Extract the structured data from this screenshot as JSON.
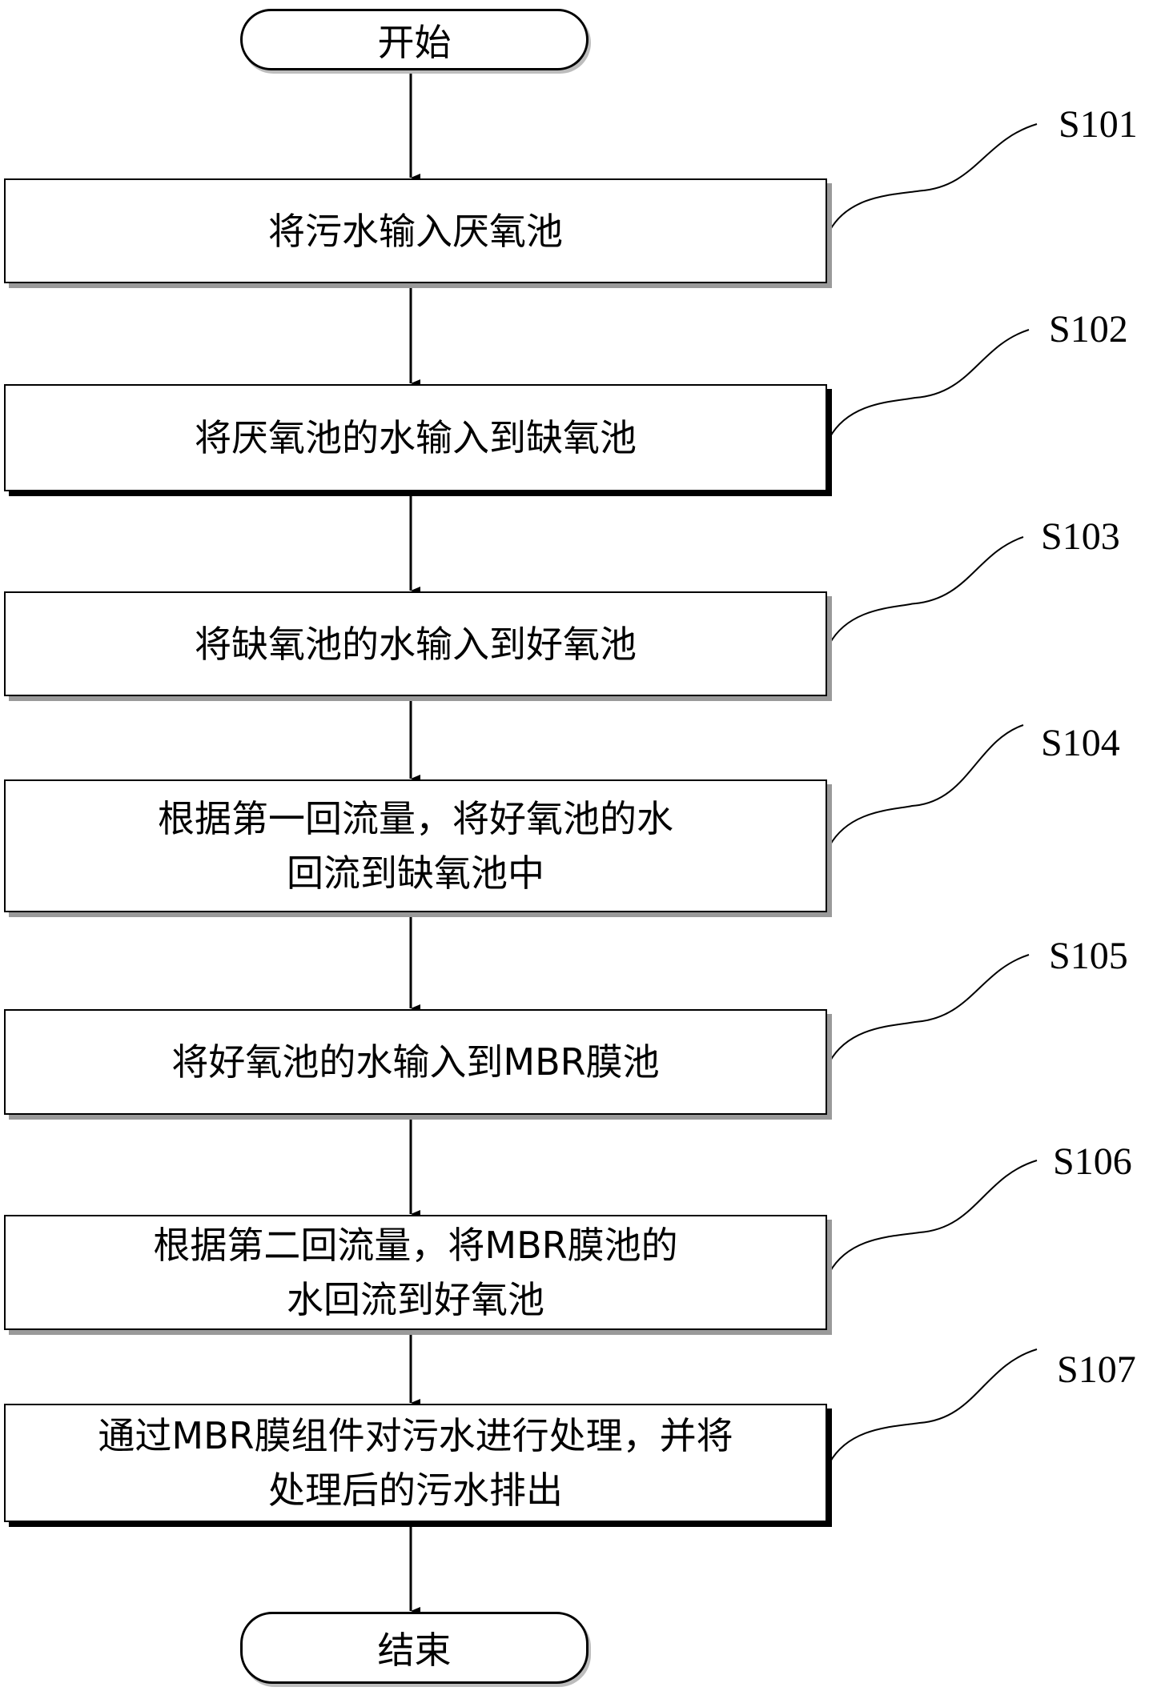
{
  "diagram": {
    "type": "flowchart",
    "start": {
      "label": "开始"
    },
    "end": {
      "label": "结束"
    },
    "steps": [
      {
        "id": "S101",
        "lines": [
          "将污水输入厌氧池"
        ]
      },
      {
        "id": "S102",
        "lines": [
          "将厌氧池的水输入到缺氧池"
        ]
      },
      {
        "id": "S103",
        "lines": [
          "将缺氧池的水输入到好氧池"
        ]
      },
      {
        "id": "S104",
        "lines": [
          "根据第一回流量，将好氧池的水",
          "回流到缺氧池中"
        ]
      },
      {
        "id": "S105",
        "lines": [
          "将好氧池的水输入到MBR膜池"
        ]
      },
      {
        "id": "S106",
        "lines": [
          "根据第二回流量，将MBR膜池的",
          "水回流到好氧池"
        ]
      },
      {
        "id": "S107",
        "lines": [
          "通过MBR膜组件对污水进行处理，并将",
          "处理后的污水排出"
        ]
      }
    ],
    "edges": [
      [
        "start",
        "S101"
      ],
      [
        "S101",
        "S102"
      ],
      [
        "S102",
        "S103"
      ],
      [
        "S103",
        "S104"
      ],
      [
        "S104",
        "S105"
      ],
      [
        "S105",
        "S106"
      ],
      [
        "S106",
        "S107"
      ],
      [
        "S107",
        "end"
      ]
    ]
  }
}
